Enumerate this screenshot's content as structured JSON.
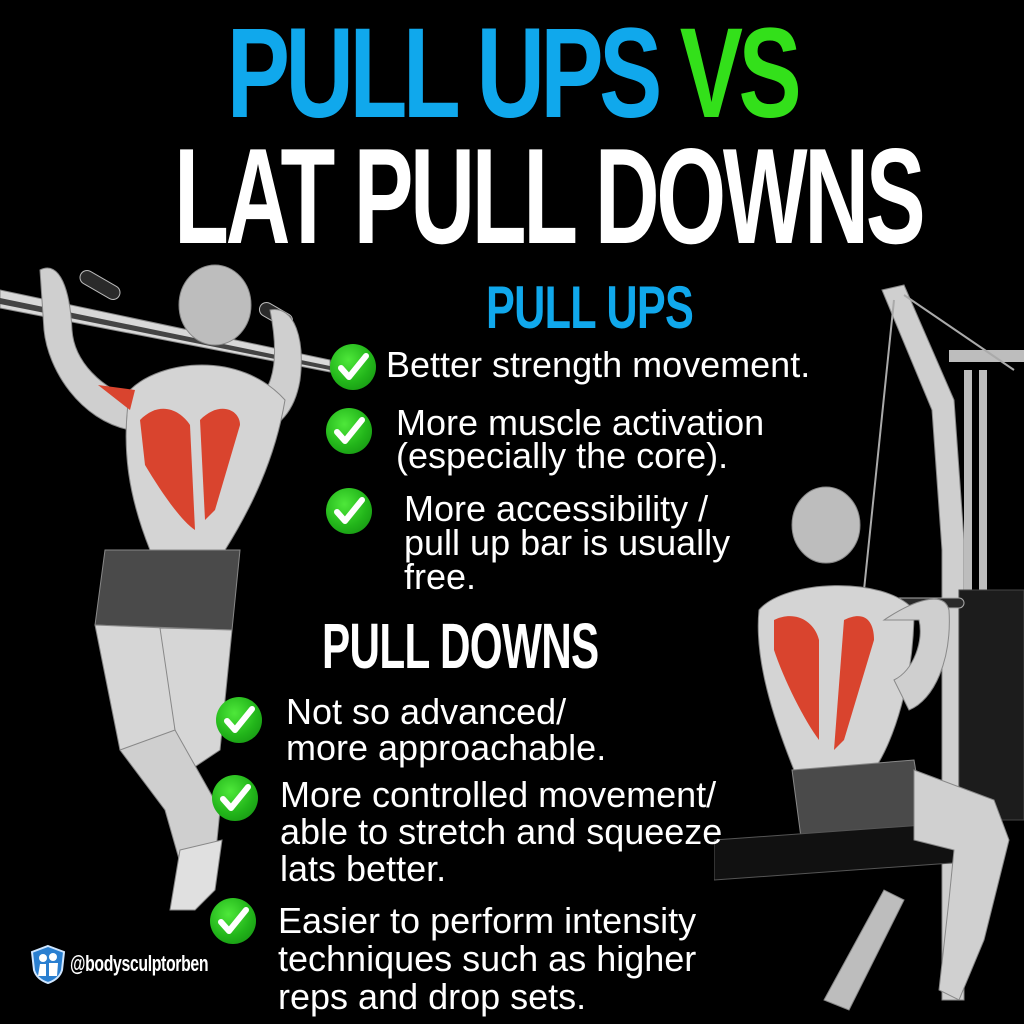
{
  "title": {
    "line1_part1": "PULL UPS",
    "line1_part2": "VS",
    "line2": "LAT PULL DOWNS"
  },
  "colors": {
    "background": "#000000",
    "blue_accent": "#10a8ec",
    "green_accent": "#33e01a",
    "check_green": "#22b51a",
    "muscle_highlight": "#d9442e",
    "text": "#ffffff"
  },
  "pull_ups": {
    "heading": "PULL UPS",
    "items": [
      {
        "icon": "check-circle-icon",
        "lines": [
          "Better strength movement."
        ]
      },
      {
        "icon": "check-circle-icon",
        "lines": [
          "More muscle activation",
          "(especially the core)."
        ]
      },
      {
        "icon": "check-circle-icon",
        "lines": [
          "More accessibility /",
          "pull up bar is usually",
          "free."
        ]
      }
    ]
  },
  "pull_downs": {
    "heading": "PULL DOWNS",
    "items": [
      {
        "icon": "check-circle-icon",
        "lines": [
          "Not so advanced/",
          "more approachable."
        ]
      },
      {
        "icon": "check-circle-icon",
        "lines": [
          "More controlled movement/",
          "able to stretch and squeeze",
          "lats better."
        ]
      },
      {
        "icon": "check-circle-icon",
        "lines": [
          "Easier to perform intensity",
          "techniques such as higher",
          "reps and drop sets."
        ]
      }
    ]
  },
  "illustrations": {
    "left": "pull-up-figure-back-view",
    "right": "lat-pulldown-machine-figure"
  },
  "watermark": {
    "logo_icon": "shield-logo-icon",
    "handle": "@bodysculptorben"
  }
}
